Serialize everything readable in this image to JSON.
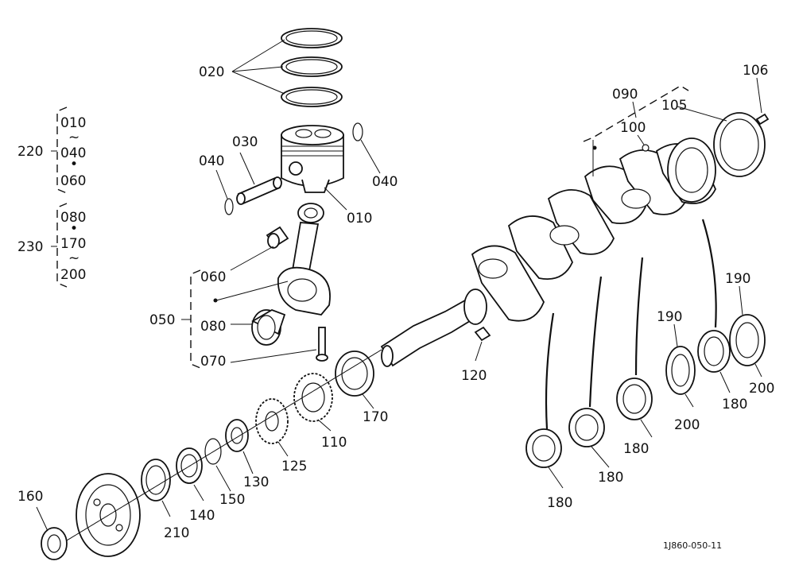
{
  "callouts": {
    "c020": "020",
    "c030": "030",
    "c040_left": "040",
    "c040_right": "040",
    "c010": "010",
    "c060": "060",
    "c050": "050",
    "c080": "080",
    "c070": "070",
    "c090": "090",
    "c100": "100",
    "c105": "105",
    "c106": "106",
    "c120": "120",
    "c170": "170",
    "c110": "110",
    "c125": "125",
    "c130": "130",
    "c150": "150",
    "c140": "140",
    "c210": "210",
    "c160": "160",
    "c180_a": "180",
    "c180_b": "180",
    "c180_c": "180",
    "c180_d": "180",
    "c190_a": "190",
    "c190_b": "190",
    "c200_a": "200",
    "c200_b": "200"
  },
  "groups": {
    "g220": {
      "label": "220",
      "items": [
        "010",
        "~",
        "040",
        "•",
        "060"
      ]
    },
    "g230": {
      "label": "230",
      "items": [
        "080",
        "•",
        "170",
        "~",
        "200"
      ]
    }
  },
  "figure_id": "1J860-050-11"
}
